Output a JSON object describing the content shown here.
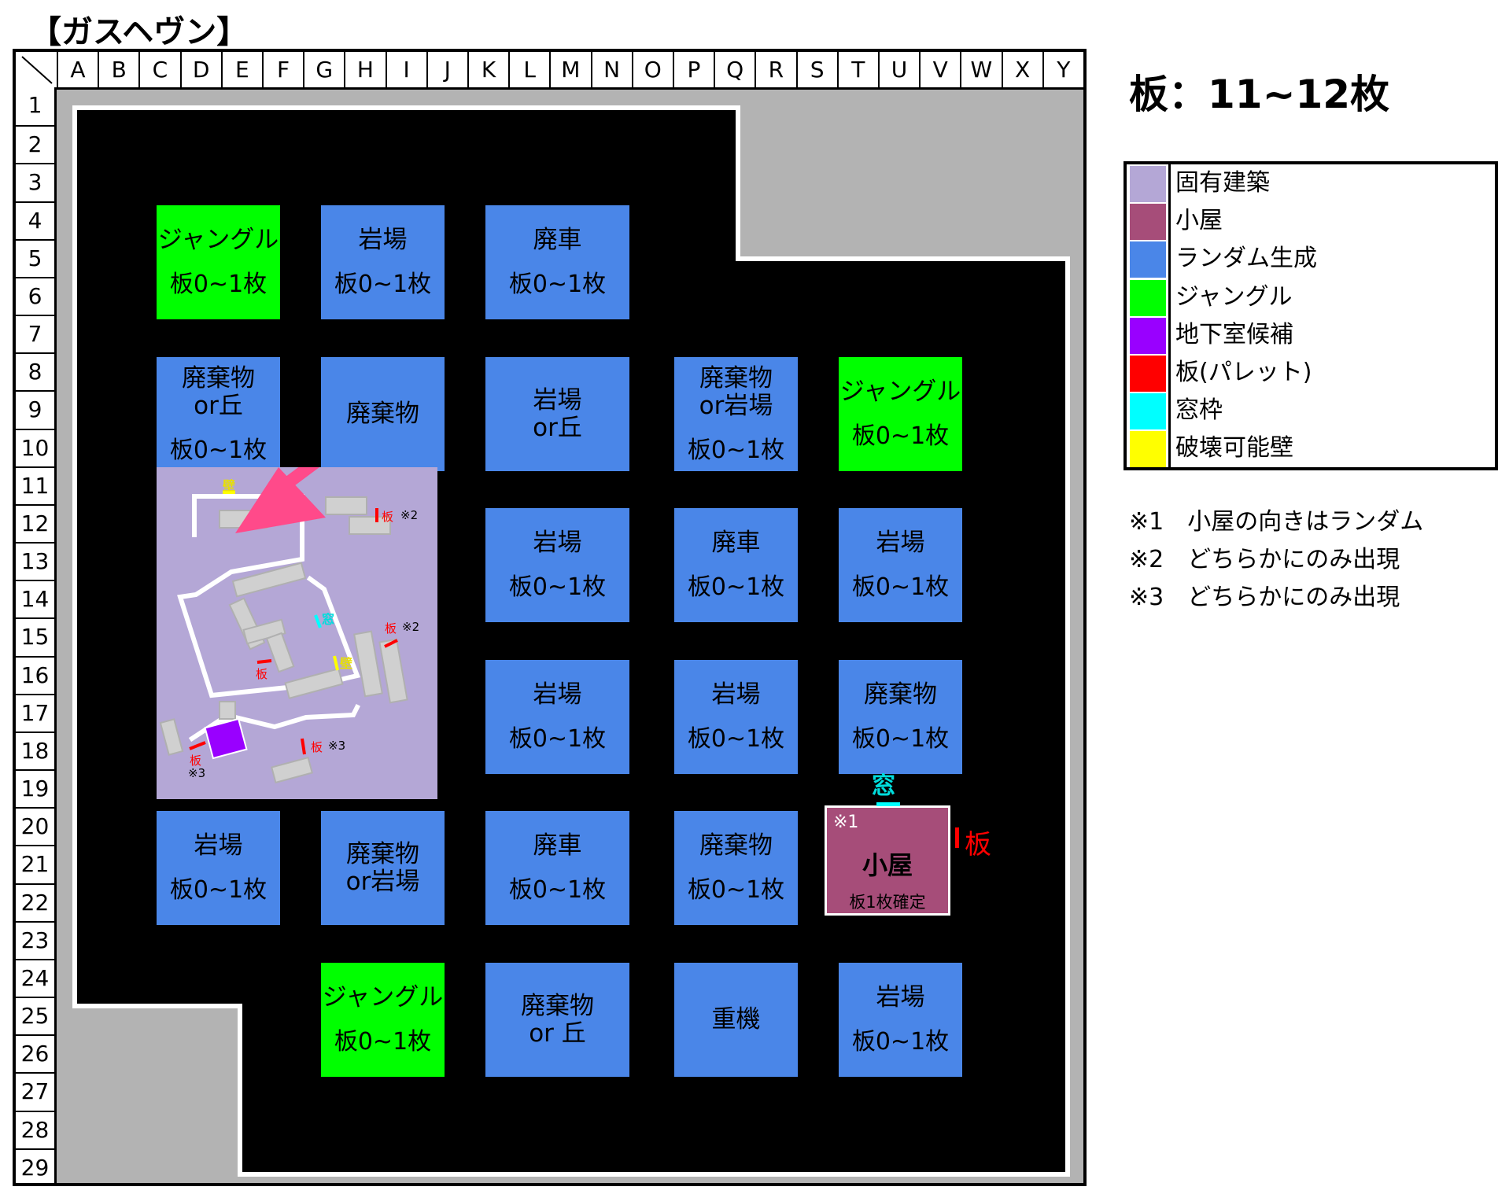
{
  "title": "【ガスヘヴン】",
  "pallet_count": "板：11~12枚",
  "columns": [
    "A",
    "B",
    "C",
    "D",
    "E",
    "F",
    "G",
    "H",
    "I",
    "J",
    "K",
    "L",
    "M",
    "N",
    "O",
    "P",
    "Q",
    "R",
    "S",
    "T",
    "U",
    "V",
    "W",
    "X",
    "Y"
  ],
  "rows": [
    "1",
    "2",
    "3",
    "4",
    "5",
    "6",
    "7",
    "8",
    "9",
    "10",
    "11",
    "12",
    "13",
    "14",
    "15",
    "16",
    "17",
    "18",
    "19",
    "20",
    "21",
    "22",
    "23",
    "24",
    "25",
    "26",
    "27",
    "28",
    "29"
  ],
  "tiles": [
    {
      "main": "ジャングル",
      "sub": "板0~1枚",
      "color": "green"
    },
    {
      "main": "岩場",
      "sub": "板0~1枚",
      "color": "blue"
    },
    {
      "main": "廃車",
      "sub": "板0~1枚",
      "color": "blue"
    },
    {
      "main": "廃棄物\nor丘",
      "sub": "板0~1枚",
      "color": "blue"
    },
    {
      "main": "廃棄物",
      "sub": "",
      "color": "blue"
    },
    {
      "main": "岩場\nor丘",
      "sub": "",
      "color": "blue"
    },
    {
      "main": "廃棄物\nor岩場",
      "sub": "板0~1枚",
      "color": "blue"
    },
    {
      "main": "ジャングル",
      "sub": "板0~1枚",
      "color": "green"
    },
    {
      "main": "岩場",
      "sub": "板0~1枚",
      "color": "blue"
    },
    {
      "main": "廃車",
      "sub": "板0~1枚",
      "color": "blue"
    },
    {
      "main": "岩場",
      "sub": "板0~1枚",
      "color": "blue"
    },
    {
      "main": "岩場",
      "sub": "板0~1枚",
      "color": "blue"
    },
    {
      "main": "岩場",
      "sub": "板0~1枚",
      "color": "blue"
    },
    {
      "main": "廃棄物",
      "sub": "板0~1枚",
      "color": "blue"
    },
    {
      "main": "岩場",
      "sub": "板0~1枚",
      "color": "blue"
    },
    {
      "main": "廃棄物\nor岩場",
      "sub": "",
      "color": "blue"
    },
    {
      "main": "廃車",
      "sub": "板0~1枚",
      "color": "blue"
    },
    {
      "main": "廃棄物",
      "sub": "板0~1枚",
      "color": "blue"
    },
    {
      "main": "ジャングル",
      "sub": "板0~1枚",
      "color": "green"
    },
    {
      "main": "廃棄物\nor 丘",
      "sub": "",
      "color": "blue"
    },
    {
      "main": "重機",
      "sub": "",
      "color": "blue"
    },
    {
      "main": "岩場",
      "sub": "板0~1枚",
      "color": "blue"
    }
  ],
  "building": {
    "wall_label": "壁",
    "window_label": "窓",
    "pallet_label": "板",
    "note2": "※2",
    "note3": "※3"
  },
  "shack": {
    "note": "※1",
    "name": "小屋",
    "sub": "板1枚確定",
    "window_label": "窓",
    "pallet_label": "板"
  },
  "legend": [
    {
      "label": "固有建築",
      "color": "#b4a7d6"
    },
    {
      "label": "小屋",
      "color": "#a64d79"
    },
    {
      "label": "ランダム生成",
      "color": "#4a86e8"
    },
    {
      "label": "ジャングル",
      "color": "#00ff00"
    },
    {
      "label": "地下室候補",
      "color": "#9900ff"
    },
    {
      "label": "板(パレット)",
      "color": "#ff0000"
    },
    {
      "label": "窓枠",
      "color": "#00ffff"
    },
    {
      "label": "破壊可能壁",
      "color": "#ffff00"
    }
  ],
  "notes": [
    "※1　小屋の向きはランダム",
    "※2　どちらかにのみ出現",
    "※3　どちらかにのみ出現"
  ]
}
